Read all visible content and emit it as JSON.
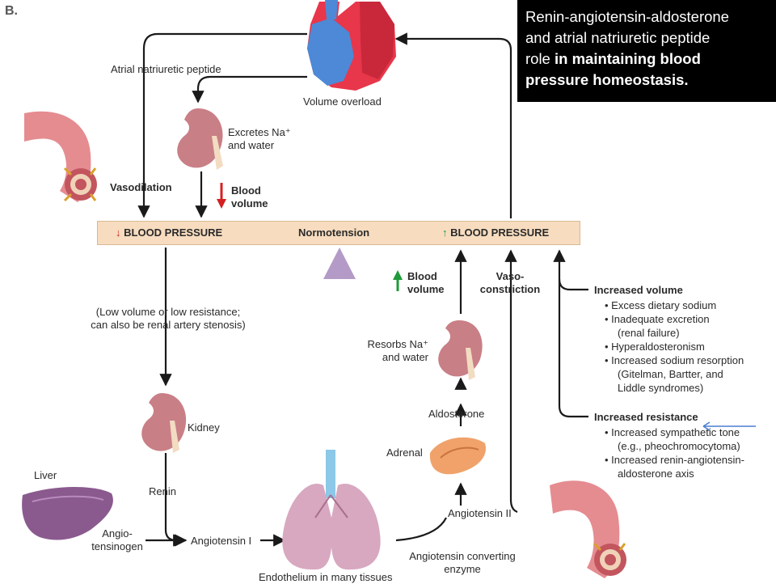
{
  "panel_letter": "B.",
  "info_box": {
    "line1": "Renin-angiotensin-aldosterone",
    "line2": "and atrial natriuretic peptide",
    "line3_plain": "role ",
    "line3_bold": "in maintaining blood",
    "line4": "pressure homeostasis."
  },
  "labels": {
    "anp": "Atrial natriuretic peptide",
    "volume_overload": "Volume overload",
    "excretes_1": "Excretes Na⁺",
    "excretes_2": "and water",
    "vasodilation": "Vasodilation",
    "blood_volume_down_1": "Blood",
    "blood_volume_down_2": "volume",
    "bp_low": "BLOOD PRESSURE",
    "normotension": "Normotension",
    "bp_high": "BLOOD PRESSURE",
    "blood_volume_up_1": "Blood",
    "blood_volume_up_2": "volume",
    "vaso_1": "Vaso-",
    "vaso_2": "constriction",
    "low_volume_1": "(Low volume or low resistance;",
    "low_volume_2": "can also be renal artery stenosis)",
    "resorbs_1": "Resorbs Na⁺",
    "resorbs_2": "and water",
    "aldosterone": "Aldosterone",
    "adrenal": "Adrenal",
    "kidney": "Kidney",
    "liver": "Liver",
    "renin": "Renin",
    "angiotensinogen_1": "Angio-",
    "angiotensinogen_2": "tensinogen",
    "angiotensin_1": "Angiotensin I",
    "angiotensin_2": "Angiotensin II",
    "ace_1": "Angiotensin converting",
    "ace_2": "enzyme",
    "endothelium": "Endothelium in many tissues"
  },
  "increased_volume": {
    "heading": "Increased volume",
    "items": [
      "• Excess dietary sodium",
      "• Inadequate excretion",
      "   (renal failure)",
      "• Hyperaldosteronism",
      "• Increased sodium resorption",
      "   (Gitelman, Bartter, and",
      "   Liddle syndromes)"
    ]
  },
  "increased_resistance": {
    "heading": "Increased resistance",
    "items": [
      "• Increased sympathetic tone",
      "   (e.g., pheochromocytoma)",
      "• Increased renin-angiotensin-",
      "   aldosterone axis"
    ]
  },
  "colors": {
    "arrow": "#1a1a1a",
    "down_arrow": "#d42020",
    "up_arrow": "#1f9a3a",
    "bar": "#f7dcbf",
    "kidney": "#c97f86",
    "vessel": "#e58c91",
    "liver": "#8a5a8e",
    "lung": "#d7a8c0",
    "adrenal": "#f0a26a",
    "heart_red": "#e8364a",
    "heart_blue": "#4d89d6",
    "triangle": "#b39ac7",
    "pointer": "#4a7fd0"
  },
  "icons": [
    "heart-icon",
    "kidney-icon",
    "blood-vessel-icon",
    "liver-icon",
    "lung-icon",
    "adrenal-icon",
    "fulcrum-triangle-icon",
    "pointer-arrow-icon"
  ]
}
